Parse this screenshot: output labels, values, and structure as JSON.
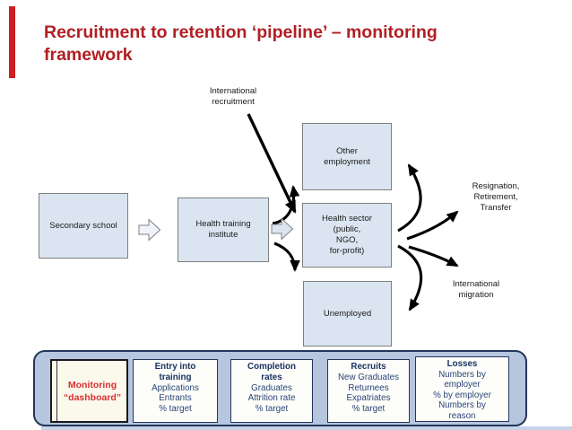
{
  "slide": {
    "title": "Recruitment to retention ‘pipeline’ – monitoring\nframework",
    "title_color": "#b11f23",
    "accent_bar_color": "#cf1e22"
  },
  "diagram": {
    "international_recruitment_label": "International\nrecruitment",
    "secondary_school_label": "Secondary school",
    "health_training_institute_label": "Health training\ninstitute",
    "other_employment_label": "Other\nemployment",
    "health_sector_label": "Health sector\n(public,\nNGO,\nfor-profit)",
    "unemployed_label": "Unemployed",
    "resignation_label": "Resignation,\nRetirement,\nTransfer",
    "international_migration_label": "International\nmigration",
    "box_fill": "#dbe5f1",
    "box_border": "#7f7f7f",
    "arrow_color": "#000000"
  },
  "dashboard": {
    "container_fill": "#b5c6de",
    "container_border": "#22365c",
    "monitoring_label": "Monitoring\n“dashboard”",
    "monitoring_text_color": "#da2f2f",
    "card_text_color": "#16305e",
    "cards": [
      {
        "title": "Entry into\ntraining",
        "body": "Applications\nEntrants\n% target"
      },
      {
        "title": "Completion\nrates",
        "body": "Graduates\nAttrition rate\n% target"
      },
      {
        "title": "Recruits",
        "body": "New Graduates\nReturnees\nExpatriates\n% target"
      },
      {
        "title": "Losses",
        "body": "Numbers by\nemployer\n% by employer\nNumbers by\nreason"
      }
    ]
  }
}
